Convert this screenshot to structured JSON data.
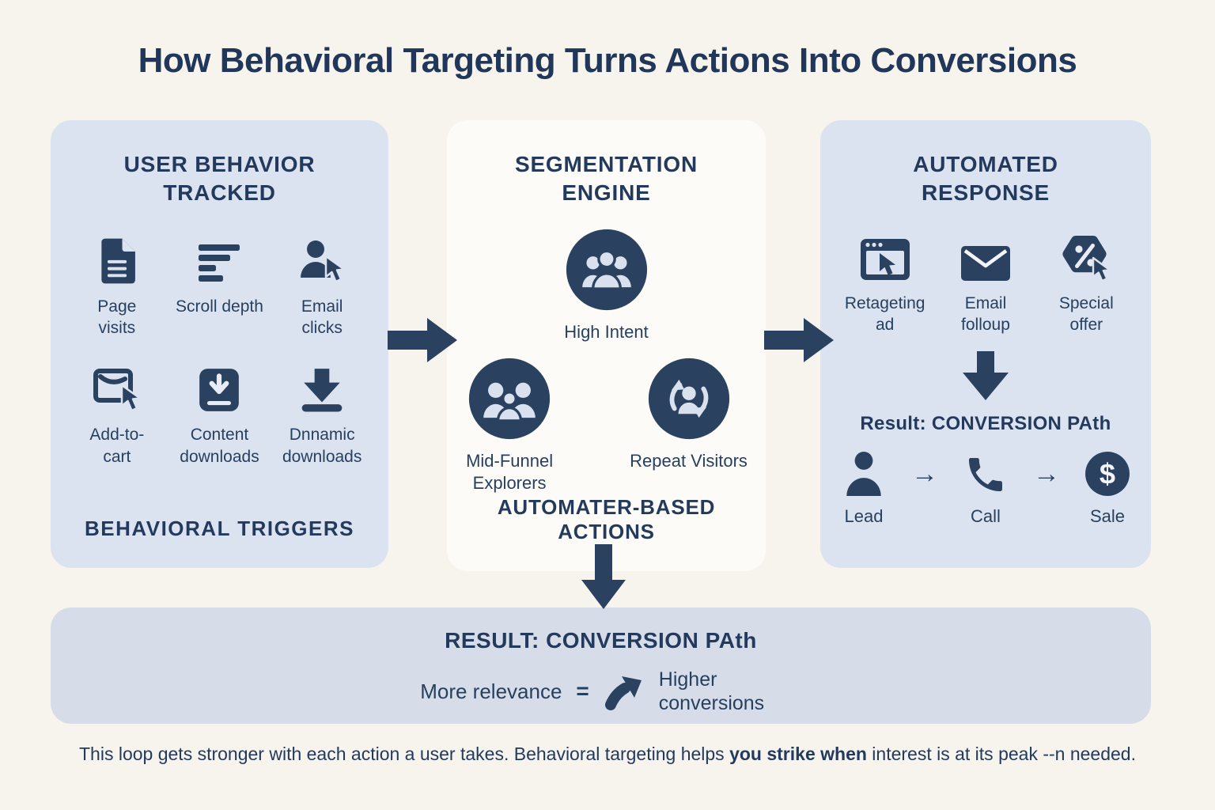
{
  "title": "How Behavioral Targeting Turns Actions Into Conversions",
  "colors": {
    "background": "#f7f4ed",
    "panel_light_blue": "#dce3f0",
    "panel_white": "#fcfbf7",
    "panel_bottom": "#d6dde9",
    "navy_icon": "#2a4160",
    "navy_text": "#233a5d"
  },
  "panels": {
    "user_behavior": {
      "heading": "USER BEHAVIOR TRACKED",
      "items": [
        {
          "icon": "document-icon",
          "label": "Page visits"
        },
        {
          "icon": "scroll-depth-icon",
          "label": "Scroll depth"
        },
        {
          "icon": "person-cursor-icon",
          "label": "Email clicks"
        },
        {
          "icon": "add-to-cart-icon",
          "label": "Add-to-cart"
        },
        {
          "icon": "content-download-icon",
          "label": "Content downloads"
        },
        {
          "icon": "download-tray-icon",
          "label": "Dnnamic downloads"
        }
      ],
      "footer": "BEHAVIORAL TRIGGERS"
    },
    "segmentation": {
      "heading": "SEGMENTATION ENGINE",
      "segments": [
        {
          "icon": "group-icon",
          "label": "High Intent"
        },
        {
          "icon": "group-icon",
          "label": "Mid-Funnel Explorers"
        },
        {
          "icon": "repeat-visitor-icon",
          "label": "Repeat Visitors"
        }
      ],
      "footer": "AUTOMATER-BASED ACTIONS"
    },
    "automated_response": {
      "heading": "AUTOMATED RESPONSE",
      "items": [
        {
          "icon": "browser-cursor-icon",
          "label": "Retageting ad"
        },
        {
          "icon": "envelope-icon",
          "label": "Email folloup"
        },
        {
          "icon": "offer-tag-cursor-icon",
          "label": "Special offer"
        }
      ],
      "result_label": "Result: CONVERSION PAth",
      "path_arrow": "→",
      "path": [
        {
          "icon": "person-icon",
          "label": "Lead"
        },
        {
          "icon": "phone-icon",
          "label": "Call"
        },
        {
          "icon": "dollar-icon",
          "label": "Sale"
        }
      ]
    },
    "result": {
      "heading": "RESULT: CONVERSION PAth",
      "equation": {
        "left": "More relevance",
        "equals": "=",
        "right": "Higher conversions"
      }
    }
  },
  "footnote": {
    "part1": "This loop gets stronger with each action a user takes. Behavioral targeting helps ",
    "bold": "you strike when",
    "part2": " interest is at its peak --n needed."
  }
}
